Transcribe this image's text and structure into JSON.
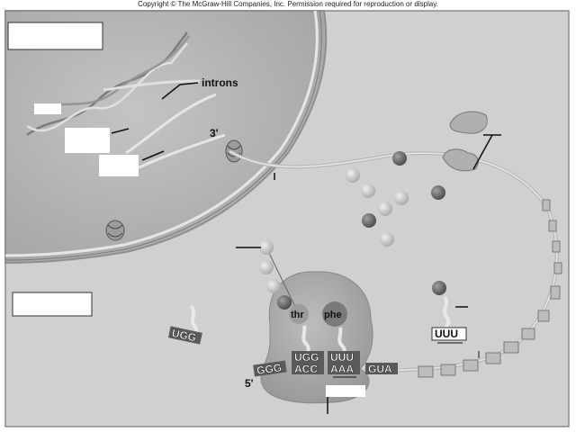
{
  "copyright": "Copyright © The McGraw-Hill Companies, Inc. Permission required for reproduction or display.",
  "labels": {
    "introns": "introns",
    "three_prime": "3'",
    "five_prime": "5'",
    "thr": "thr",
    "phe": "phe"
  },
  "codons": {
    "free_trna_anticodon": "UGG",
    "p_site_anticodon": "UGG",
    "p_site_codon": "ACC",
    "a_site_anticodon": "UUU",
    "a_site_codon": "AAA",
    "incoming_anticodon": "UUU",
    "left_codon": "GGG",
    "right_codon": "GUA"
  },
  "colors": {
    "cell": "#cfcfcf",
    "nucleus": "#b5b5b5",
    "membrane": "#9a9a9a",
    "ribosome": "#a8a8a8",
    "amino_light": "#c8c8c8",
    "amino_dark": "#6f6f6f",
    "label_box_fill": "#ffffff"
  }
}
